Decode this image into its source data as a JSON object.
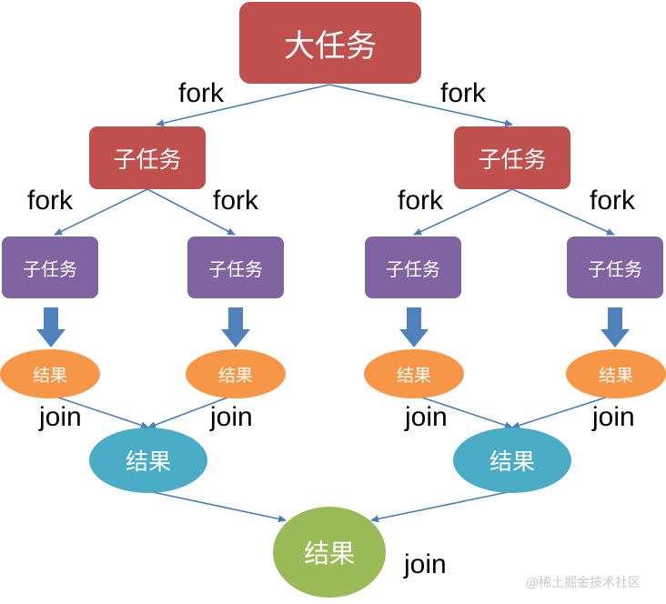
{
  "nodes": {
    "root": "大任务",
    "l1_left": "子任务",
    "l1_right": "子任务",
    "l2_1": "子任务",
    "l2_2": "子任务",
    "l2_3": "子任务",
    "l2_4": "子任务",
    "res_1": "结果",
    "res_2": "结果",
    "res_3": "结果",
    "res_4": "结果",
    "merge_left": "结果",
    "merge_right": "结果",
    "final": "结果"
  },
  "edge_labels": {
    "fork_1": "fork",
    "fork_2": "fork",
    "fork_3": "fork",
    "fork_4": "fork",
    "fork_5": "fork",
    "fork_6": "fork",
    "join_1": "join",
    "join_2": "join",
    "join_3": "join",
    "join_4": "join",
    "join_5": "join"
  },
  "watermark": "@稀土掘金技术社区",
  "colors": {
    "task_root": "#c0504d",
    "task_sub": "#8064a2",
    "result_leaf": "#f79646",
    "result_merge": "#4bacc6",
    "result_final": "#9bbb59",
    "edge": "#4a7ebb"
  }
}
